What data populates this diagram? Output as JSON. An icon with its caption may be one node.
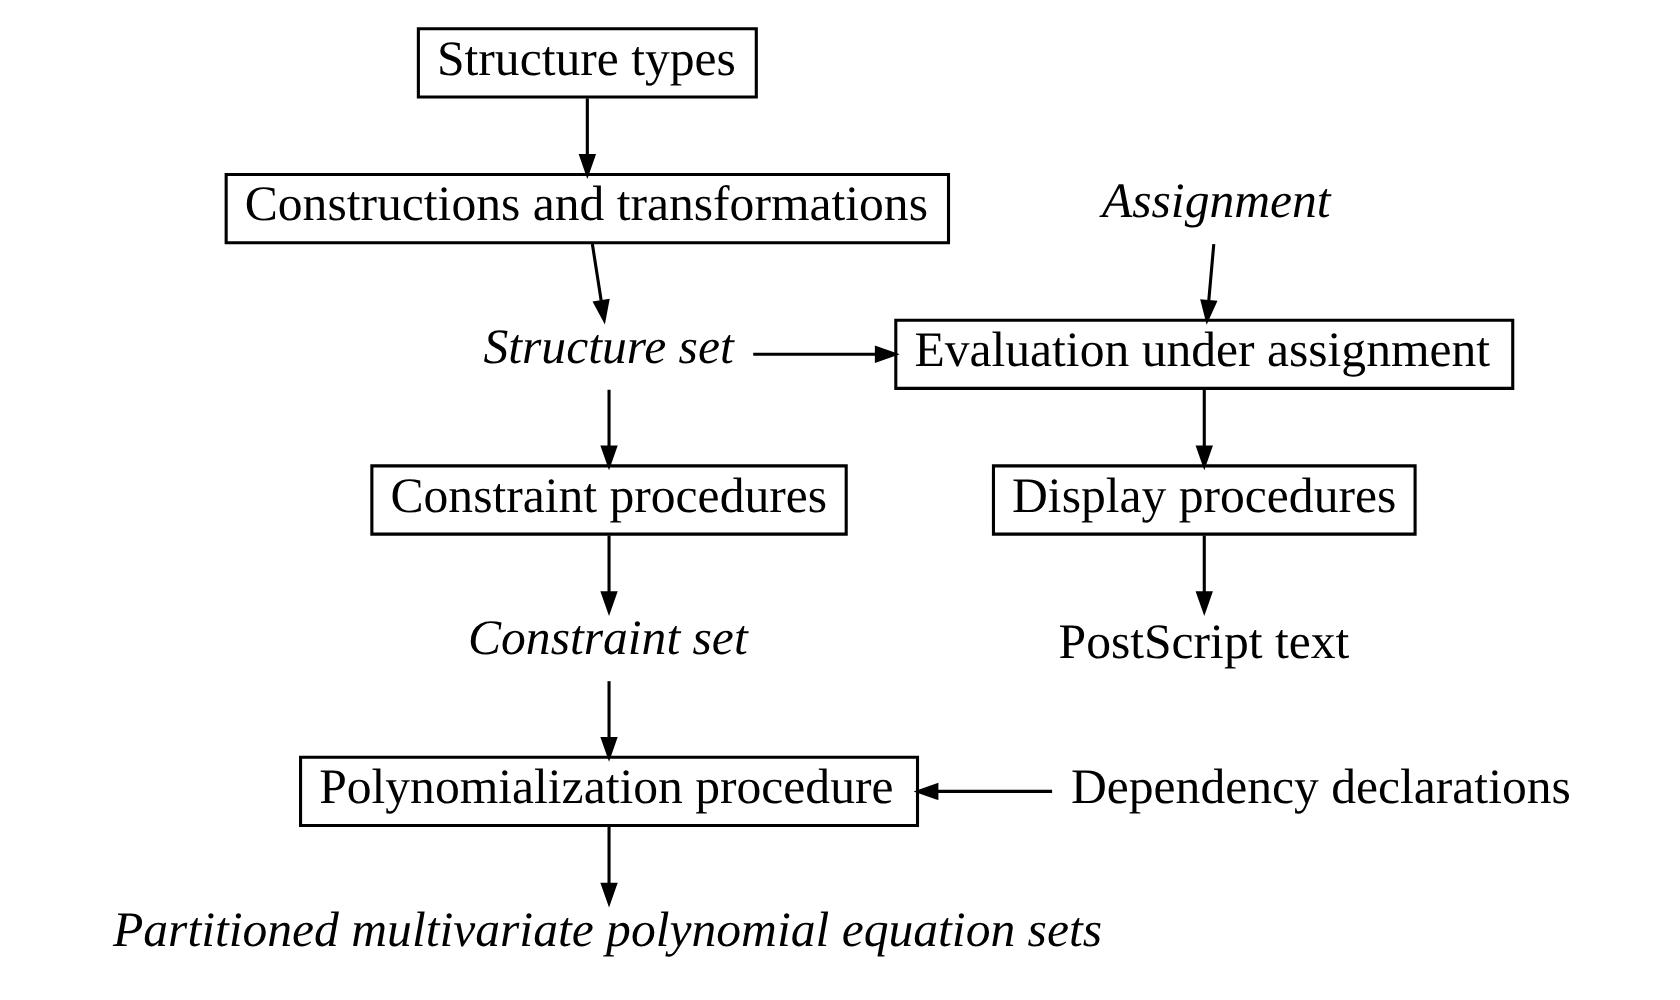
{
  "diagram": {
    "nodes": [
      {
        "text": [
          "Structure types"
        ]
      },
      {
        "text": [
          "Constructions and transformations"
        ]
      },
      {
        "text": [
          "Assignment"
        ]
      },
      {
        "text": [
          "Structure set"
        ]
      },
      {
        "text": [
          "Evaluation under assignment"
        ]
      },
      {
        "text": [
          "Constraint procedures"
        ]
      },
      {
        "text": [
          "Display procedures"
        ]
      },
      {
        "text": [
          "Constraint set"
        ]
      },
      {
        "text": [
          "PostScript text"
        ]
      },
      {
        "text": [
          "Polynomialization procedure"
        ]
      },
      {
        "text": [
          "Dependency declarations"
        ]
      },
      {
        "text": [
          "Partitioned multivariate polynomial equation sets"
        ]
      }
    ],
    "edges": [
      {
        "from": 0,
        "to": 1,
        "arrow": "to"
      },
      {
        "from": 1,
        "to": 3,
        "arrow": "to"
      },
      {
        "from": 2,
        "to": 4,
        "arrow": "to"
      },
      {
        "from": 3,
        "to": 4,
        "arrow": "to"
      },
      {
        "from": 3,
        "to": 5,
        "arrow": "to"
      },
      {
        "from": 4,
        "to": 6,
        "arrow": "to"
      },
      {
        "from": 5,
        "to": 7,
        "arrow": "to"
      },
      {
        "from": 6,
        "to": 8,
        "arrow": "to"
      },
      {
        "from": 7,
        "to": 9,
        "arrow": "to"
      },
      {
        "from": 10,
        "to": 9,
        "arrow": "to"
      },
      {
        "from": 9,
        "to": 11,
        "arrow": "to"
      }
    ]
  }
}
